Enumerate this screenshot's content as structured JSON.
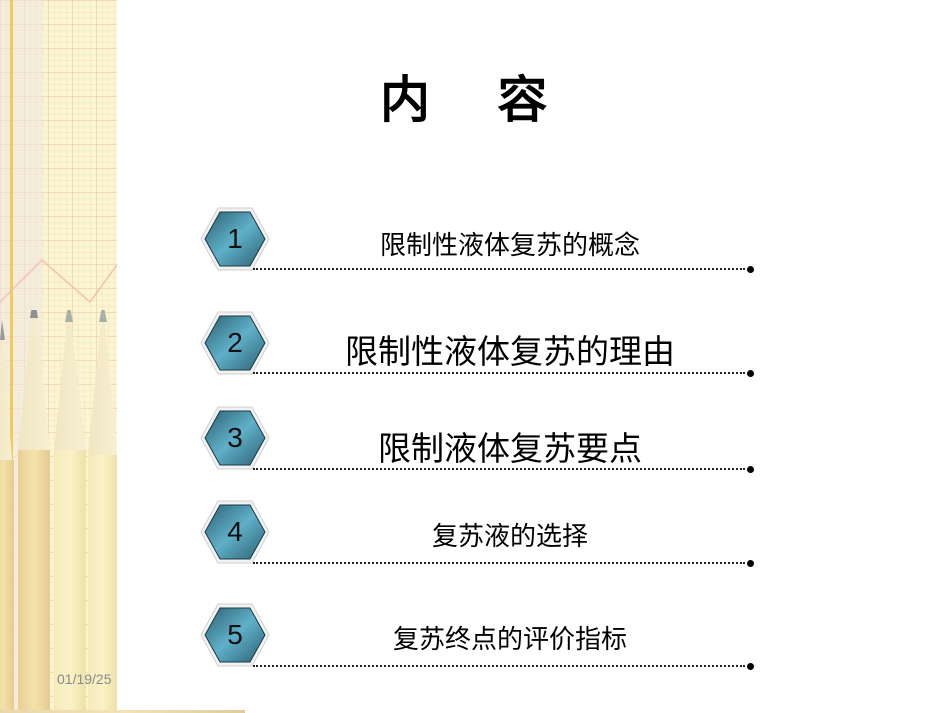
{
  "slide": {
    "title": "内　 容",
    "date": "01/19/25",
    "items": [
      {
        "number": "1",
        "label": "限制性液体复苏的概念"
      },
      {
        "number": "2",
        "label": "限制性液体复苏的理由"
      },
      {
        "number": "3",
        "label": "限制液体复苏要点"
      },
      {
        "number": "4",
        "label": "复苏液的选择"
      },
      {
        "number": "5",
        "label": "复苏终点的评价指标"
      }
    ]
  },
  "colors": {
    "hex_fill_dark": "#2c5f72",
    "hex_fill_light": "#5fb0c8",
    "hex_border": "#d8d8d8",
    "sidebar_bg": "#fbf5d2",
    "accent_stripe": "#f7c85a"
  }
}
